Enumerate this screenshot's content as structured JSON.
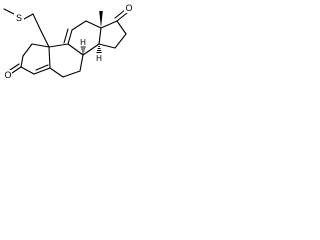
{
  "molecule": {
    "atoms": {
      "sulfur": "S",
      "ketone_oxygen_a_ring": "O",
      "ketone_oxygen_d_ring": "O",
      "stereo_hydrogen_8": "H",
      "stereo_hydrogen_14": "H"
    }
  },
  "colors": {
    "bond": "#000000",
    "background": "#ffffff"
  }
}
